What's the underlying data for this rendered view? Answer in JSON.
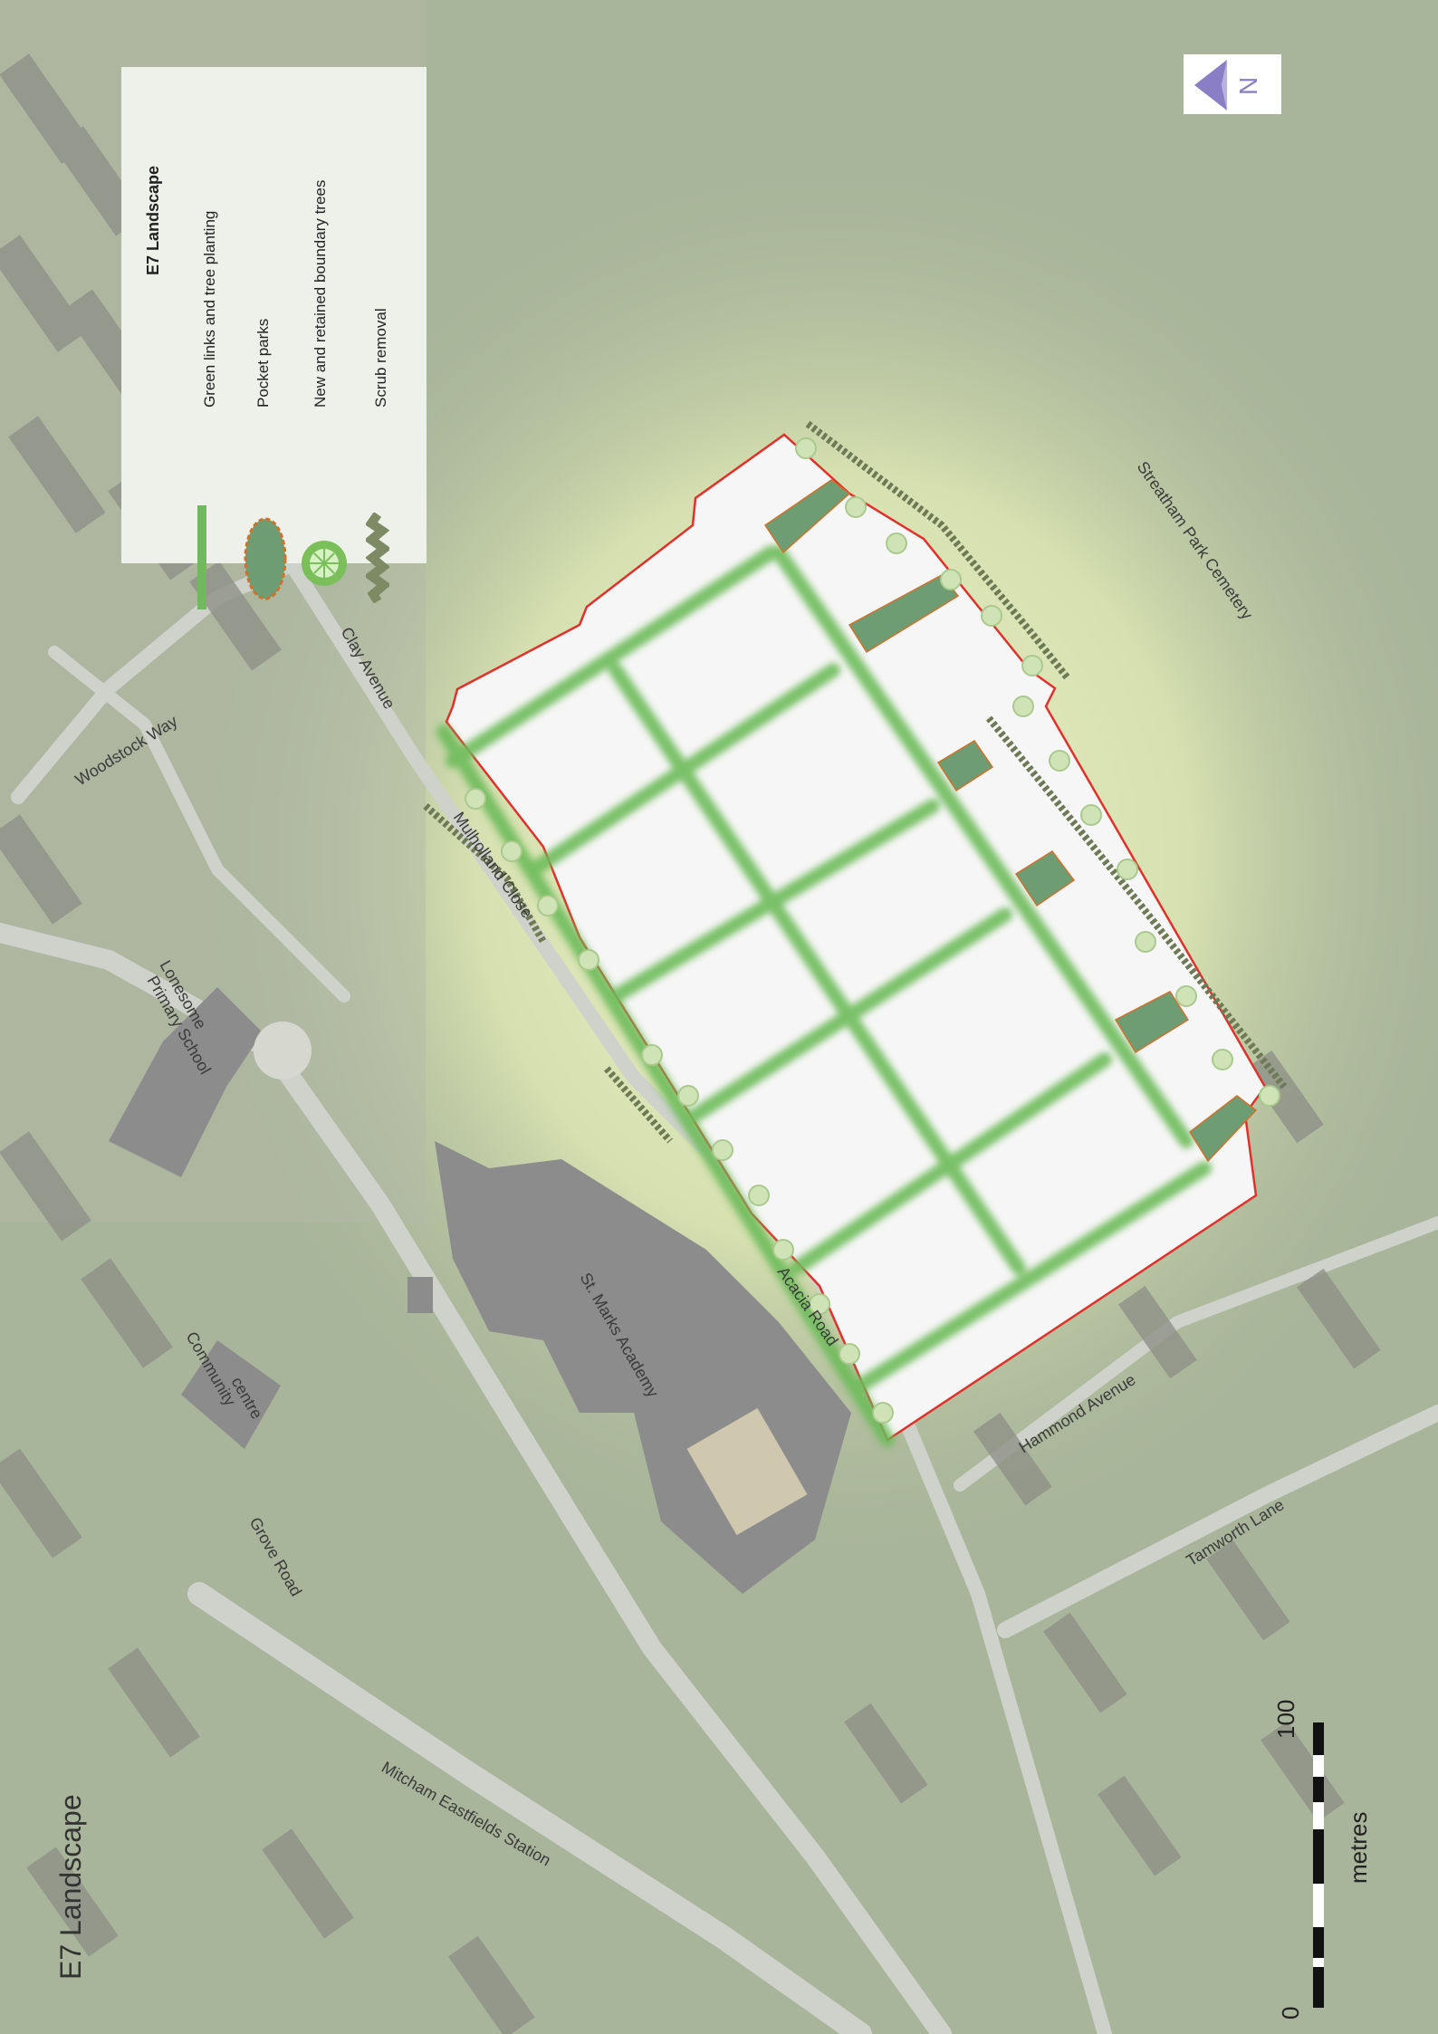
{
  "title": "E7 Landscape",
  "legend": {
    "heading": "E7 Landscape",
    "items": [
      {
        "label": "Green links and tree planting",
        "icon": "green-link-icon"
      },
      {
        "label": "Pocket parks",
        "icon": "pocket-park-icon"
      },
      {
        "label": "New and retained boundary trees",
        "icon": "tree-icon"
      },
      {
        "label": "Scrub removal",
        "icon": "scrub-icon"
      }
    ]
  },
  "streets": {
    "woodstock_way": "Woodstock Way",
    "clay_avenue": "Clay Avenue",
    "mulholland_close": "Mulholland Close",
    "acacia_road": "Acacia Road",
    "hammond_avenue": "Hammond Avenue",
    "tamworth_lane": "Tamworth Lane",
    "grove_road": "Grove Road",
    "mitcham_eastfields_station": "Mitcham Eastfields Station"
  },
  "places": {
    "school_line1": "Lonesome",
    "school_line2": "Primary School",
    "academy": "St. Marks Academy",
    "community_line1": "Community",
    "community_line2": "centre",
    "cemetery": "Streatham Park Cemetery"
  },
  "scale": {
    "zero": "0",
    "hundred": "100",
    "unit": "metres"
  },
  "north_arrow": {
    "letter": "N"
  },
  "colors": {
    "background": "#a9b59a",
    "site_fill": "#f7f6f6",
    "site_boundary": "#e0312b",
    "green_link": "#6dbb5a",
    "pocket_park": "#6f9d73",
    "building": "#8c8c8c",
    "north_arrow": "#8a7fc7"
  }
}
